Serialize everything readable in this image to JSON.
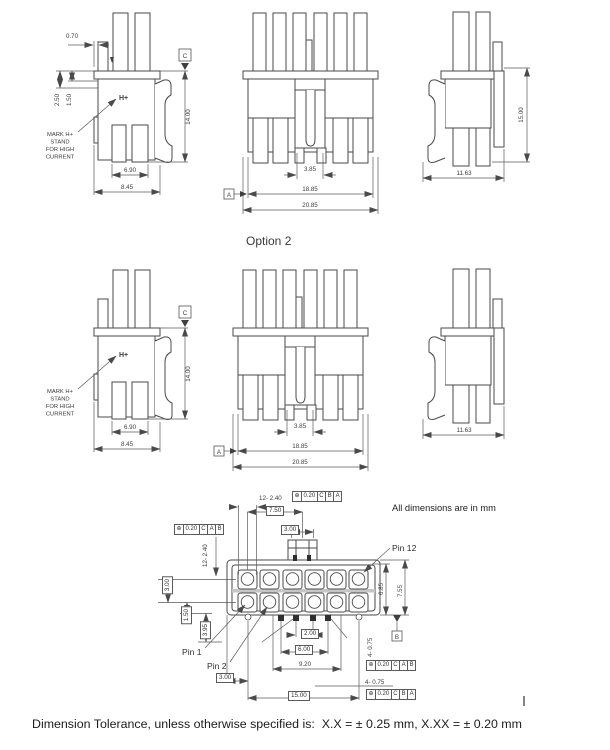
{
  "option_label": "Option 2",
  "units_note": "All dimensions are in mm",
  "tolerance_note": "Dimension Tolerance, unless otherwise specified is:  X.X = ± 0.25 mm, X.XX = ± 0.20 mm",
  "side_view": {
    "datum": "C",
    "hplus": "H+",
    "mark_note": [
      "MARK H+",
      "STAND",
      "FOR HIGH",
      "CURRENT"
    ],
    "dims": {
      "offset_070": "0.70",
      "step_250": "2.50",
      "step_150": "1.50",
      "height_1400": "14.00",
      "width_690": "6.90",
      "width_845": "8.45"
    }
  },
  "front_view": {
    "datum": "A",
    "dims": {
      "slot_385": "3.85",
      "span_1885": "18.85",
      "overall_2085": "20.85"
    }
  },
  "end_view": {
    "dims": {
      "height_1500": "15.00",
      "depth_1163": "11.63"
    }
  },
  "footprint": {
    "pin1": "Pin 1",
    "pin2": "Pin 2",
    "pin12": "Pin 12",
    "datum_b": "B",
    "dims": {
      "hole_count": "12- 2.40",
      "spacing_750": "7.50",
      "tab_300": "3.00",
      "row_pitch_300": "3.00",
      "offset_150": "1.50",
      "depth_395": "3.95",
      "edge_300": "3.00",
      "pad_200": "2.00",
      "pad_600": "6.00",
      "slot_920": "9.20",
      "peg_span_1500": "15.00",
      "height_685": "6.85",
      "height_755": "7.55",
      "peg_475": "4- 0.75"
    },
    "fcf_top": {
      "sym": "⊕",
      "cells": [
        "0.20",
        "C",
        "B",
        "A"
      ]
    },
    "fcf_left": {
      "sym": "⊕",
      "cells": [
        "0.20",
        "C",
        "A",
        "B"
      ]
    },
    "fcf_right1": {
      "sym": "⊕",
      "cells": [
        "0.20",
        "C",
        "A",
        "B"
      ]
    },
    "fcf_right2": {
      "sym": "⊕",
      "cells": [
        "0.20",
        "C",
        "B",
        "A"
      ]
    }
  }
}
